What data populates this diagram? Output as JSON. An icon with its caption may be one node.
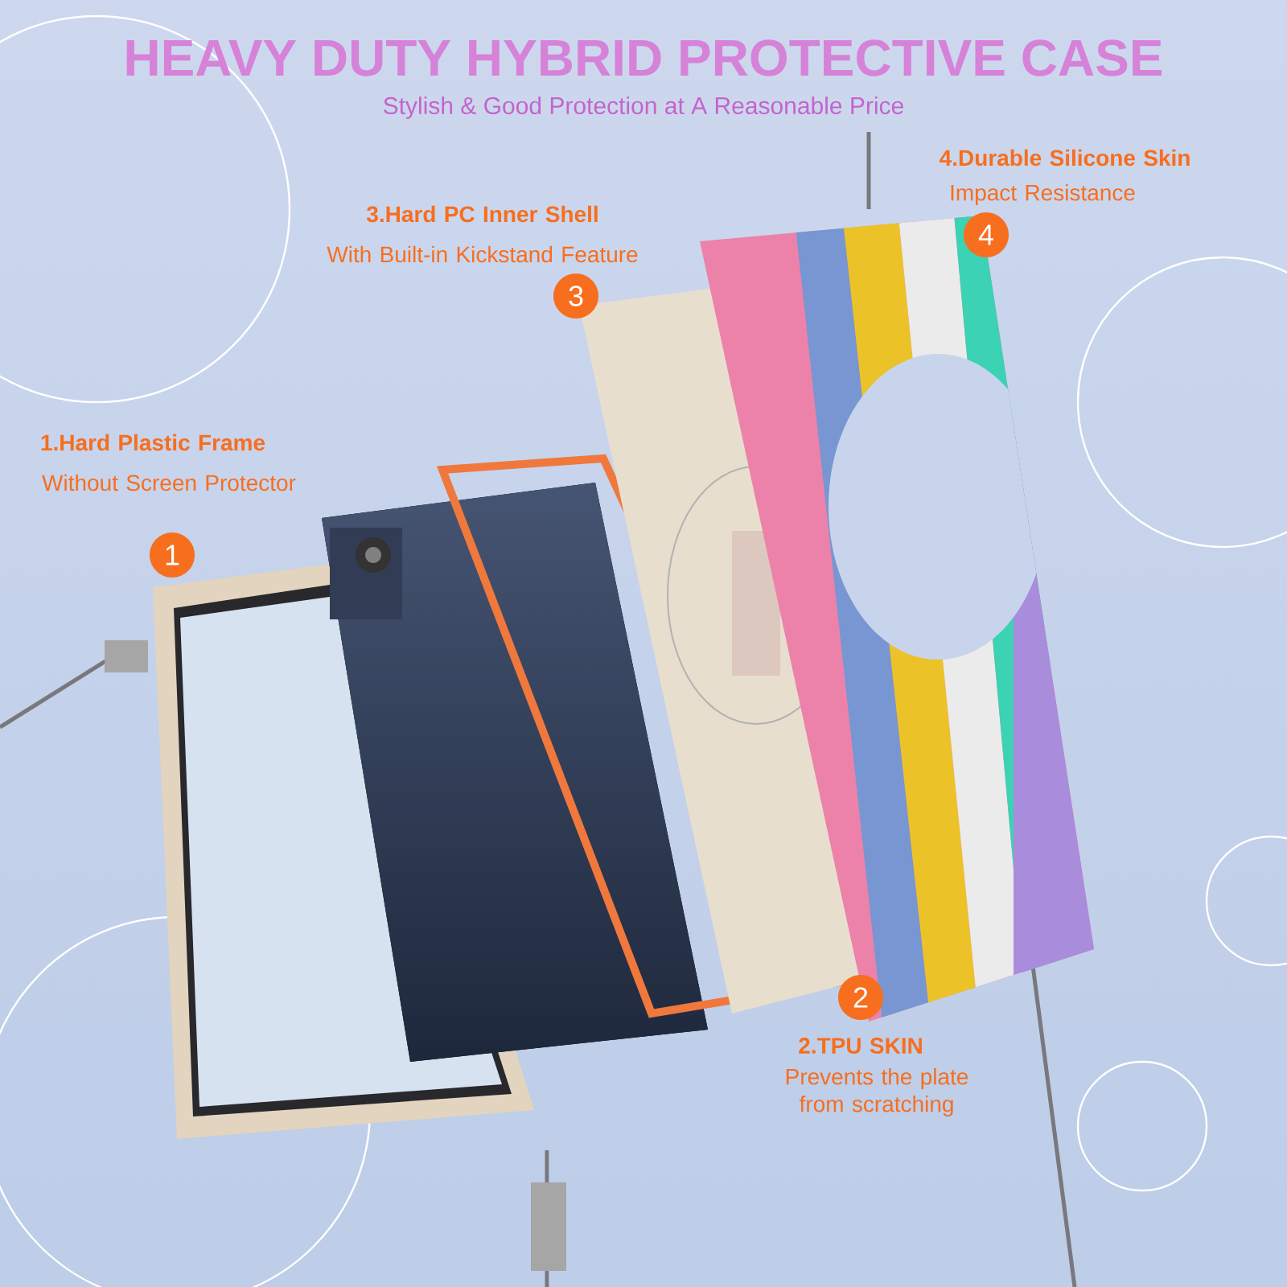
{
  "diagram": {
    "title": "HEAVY DUTY HYBRID PROTECTIVE CASE",
    "nodes": [
      {
        "text": [
          "1"
        ],
        "beside": [
          "1.Hard Plastic Frame",
          "Without Screen Protector"
        ]
      },
      {
        "text": [
          "2"
        ],
        "beside": [
          "2.TPU SKIN",
          "Prevents the plate from scratching"
        ]
      },
      {
        "text": [
          "3"
        ],
        "beside": [
          "3.Hard PC Inner Shell",
          "With Built-in Kickstand Feature"
        ]
      },
      {
        "text": [
          "4"
        ],
        "beside": [
          "4.Durable Silicone Skin",
          "Impact Resistance"
        ]
      }
    ],
    "labels": [
      "Stylish & Good Protection at A Reasonable Price"
    ]
  }
}
